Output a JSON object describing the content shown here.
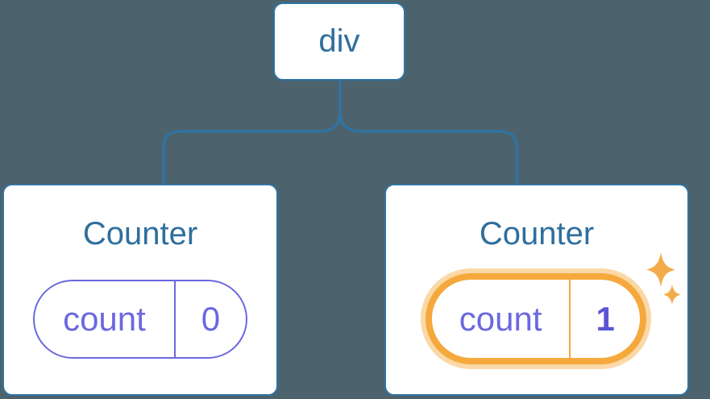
{
  "tree": {
    "root": {
      "label": "div"
    },
    "children": [
      {
        "title": "Counter",
        "state": {
          "key": "count",
          "value": "0"
        },
        "highlighted": false
      },
      {
        "title": "Counter",
        "state": {
          "key": "count",
          "value": "1"
        },
        "highlighted": true
      }
    ]
  },
  "icons": {
    "sparkles": "sparkles-icon"
  },
  "colors": {
    "bg": "#4C626D",
    "card_bg": "#FFFFFF",
    "blue": "#2F74A4",
    "blue_text": "#2E6F9E",
    "purple": "#6B68E0",
    "purple_strong": "#5B55D6",
    "orange": "#F5A93C",
    "orange_glow": "rgba(245,169,60,0.45)",
    "sparkle": "#F3AC4C"
  }
}
